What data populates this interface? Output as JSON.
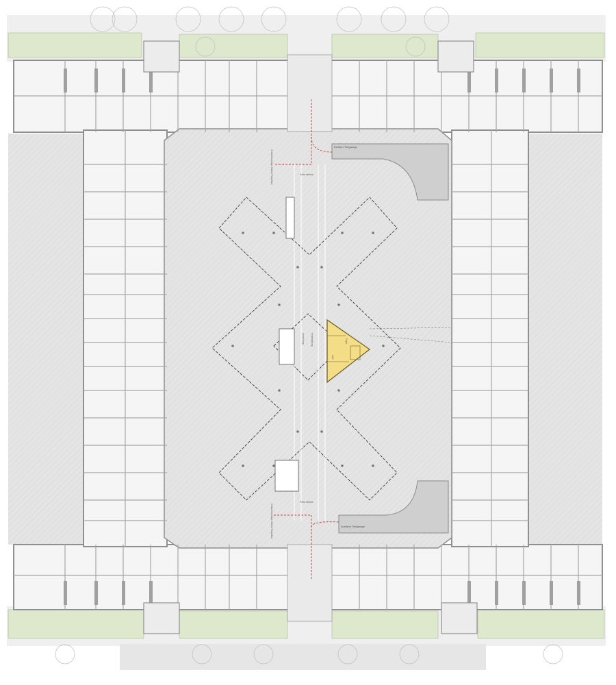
{
  "labels": {
    "entrance_garage": "Einfahrt Tiefgarage",
    "exit_garage": "Ausfahrt Tiefgarage",
    "bollard_top": "Poller stehbar",
    "bollard_bottom": "Poller stehbar",
    "access_top": "Schrankenanlage Zufahrt Parkplätze",
    "access_bottom": "Schrankenanlage Zufahrt Parkplätze",
    "central_left_a": "Veranstaltung",
    "central_left_b": "Ausstellung",
    "pavilion_a": "Foyer",
    "pavilion_b": "Café"
  },
  "colors": {
    "background": "#ffffff",
    "courtyard": "#e3e3e3",
    "building_fill": "#f4f4f4",
    "wall": "#9a9a9a",
    "green": "#dde8cd",
    "highlight": "#f3dd86",
    "ramp": "#cfcfcf",
    "red_path": "#d23a3a"
  }
}
